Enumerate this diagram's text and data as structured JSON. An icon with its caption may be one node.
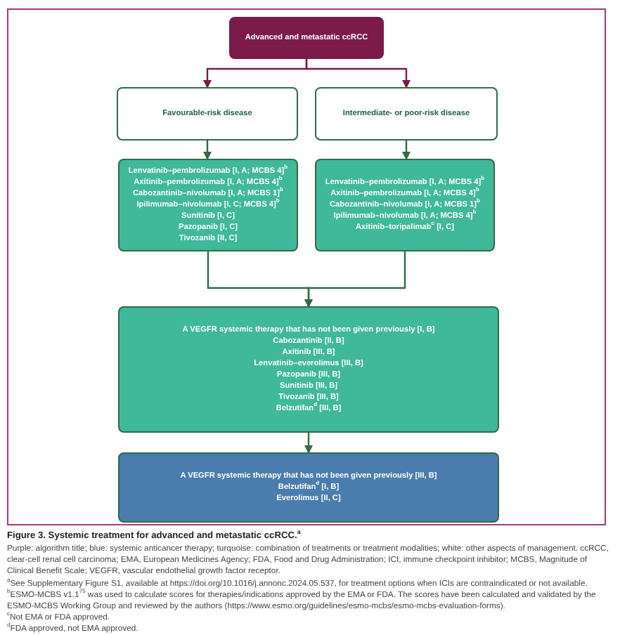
{
  "diagram": {
    "caption": "Figure 3. Systemic treatment for advanced and metastatic ccRCC.$^{a}$",
    "nodes": [
      {
        "text": [
          "Advanced and metastatic ccRCC"
        ]
      },
      {
        "text": [
          "Favourable-risk disease"
        ]
      },
      {
        "text": [
          "Intermediate- or poor-risk disease"
        ]
      },
      {
        "text": [
          "Lenvatinib–pembrolizumab [I, A; MCBS 4]$^{b}$",
          "Axitinib–pembrolizumab [I, A; MCBS 4]$^{b}$",
          "Cabozantinib–nivolumab [I, A; MCBS 1]$^{b}$",
          "Ipilimumab–nivolumab [I, C; MCBS 4]$^{b}$",
          "Sunitinib [I, C]",
          "Pazopanib [I, C]",
          "Tivozanib [II, C]"
        ]
      },
      {
        "text": [
          "Lenvatinib–pembrolizumab [I, A; MCBS 4]$^{b}$",
          "Axitinib–pembrolizumab [I, A; MCBS 4]$^{b}$",
          "Cabozantinib–nivolumab [I, A; MCBS 1]$^{b}$",
          "Ipilimumab–nivolumab [I, A; MCBS 4]$^{b}$",
          "Axitinib–toripalimab$^{c}$ [I, C]"
        ]
      },
      {
        "text": [
          "A VEGFR systemic therapy that has not been given previously [I, B]",
          "Cabozantinib [II, B]",
          "Axitinib [III, B]",
          "Lenvatinib–everolimus [III, B]",
          "Pazopanib [III, B]",
          "Sunitinib [III, B]",
          "Tivozanib [III, B]",
          "Belzutifan$^{d}$ [III, B]"
        ]
      },
      {
        "text": [
          "A VEGFR systemic therapy that has not been given previously [III, B]",
          "Belzutifan$^{d}$ [I, B]",
          "Everolimus [II, C]"
        ]
      }
    ],
    "edges": [
      {
        "from": 0,
        "to": 1,
        "arrow": "to",
        "color": "#7b1a4b"
      },
      {
        "from": 0,
        "to": 2,
        "arrow": "to",
        "color": "#7b1a4b"
      },
      {
        "from": 1,
        "to": 3,
        "arrow": "to"
      },
      {
        "from": 2,
        "to": 4,
        "arrow": "to"
      },
      {
        "from": 3,
        "to": 5,
        "arrow": "to"
      },
      {
        "from": 4,
        "to": 5,
        "arrow": "to"
      },
      {
        "from": 5,
        "to": 6,
        "arrow": "to"
      }
    ],
    "labels": [
      "Purple: algorithm title; blue: systemic anticancer therapy; turquoise: combination of treatments or treatment modalities; white: other aspects of management. ccRCC, clear-cell renal cell carcinoma; EMA, European Medicines Agency; FDA, Food and Drug Administration; ICI, immune checkpoint inhibitor; MCBS, Magnitude of Clinical Benefit Scale; VEGFR, vascular endothelial growth factor receptor.",
      "$^{a}$See Supplementary Figure S1, available at https://doi.org/10.1016/j.annonc.2024.05.537, for treatment options when ICIs are contraindicated or not available.",
      "$^{b}$ESMO-MCBS v1.1$^{75}$ was used to calculate scores for therapies/indications approved by the EMA or FDA. The scores have been calculated and validated by the ESMO-MCBS Working Group and reviewed by the authors (https://www.esmo.org/guidelines/esmo-mcbs/esmo-mcbs-evaluation-forms).",
      "$^{c}$Not EMA or FDA approved.",
      "$^{d}$FDA approved, not EMA approved."
    ]
  }
}
